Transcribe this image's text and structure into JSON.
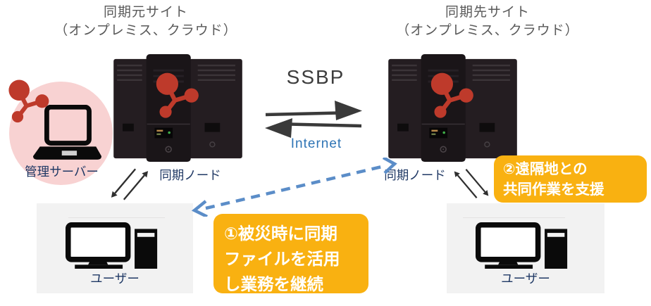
{
  "sites": {
    "source": {
      "title": "同期元サイト",
      "subtitle": "（オンプレミス、クラウド）",
      "admin_label": "管理サーバー",
      "node_label": "同期ノード",
      "user_label": "ユーザー"
    },
    "target": {
      "title": "同期先サイト",
      "subtitle": "（オンプレミス、クラウド）",
      "node_label": "同期ノード",
      "user_label": "ユーザー"
    }
  },
  "link": {
    "protocol": "SSBP",
    "network": "Internet"
  },
  "callouts": {
    "disaster_recovery": {
      "lines": [
        "①被災時に同期",
        "ファイルを活用",
        "し業務を継続"
      ]
    },
    "remote_collaboration": {
      "lines": [
        "②遠隔地との",
        "共同作業を支援"
      ]
    }
  },
  "icons": [
    "molecule-icon",
    "laptop-icon",
    "server-cluster-icon",
    "desktop-pc-icon",
    "sync-arrow-icon",
    "diagonal-sync-arrow-icon",
    "dashed-link-arrow-icon"
  ],
  "colors": {
    "badge_yellow": "#F9B111",
    "molecule_red": "#BE3A2B",
    "admin_pink": "#F8D2D2",
    "label_navy": "#1F3864",
    "internet_blue": "#2E74B5",
    "dashed_blue": "#5B8DC8",
    "user_box_gray": "#F2F2F2",
    "title_gray": "#595959",
    "arrow_dark": "#3a3a3a"
  }
}
